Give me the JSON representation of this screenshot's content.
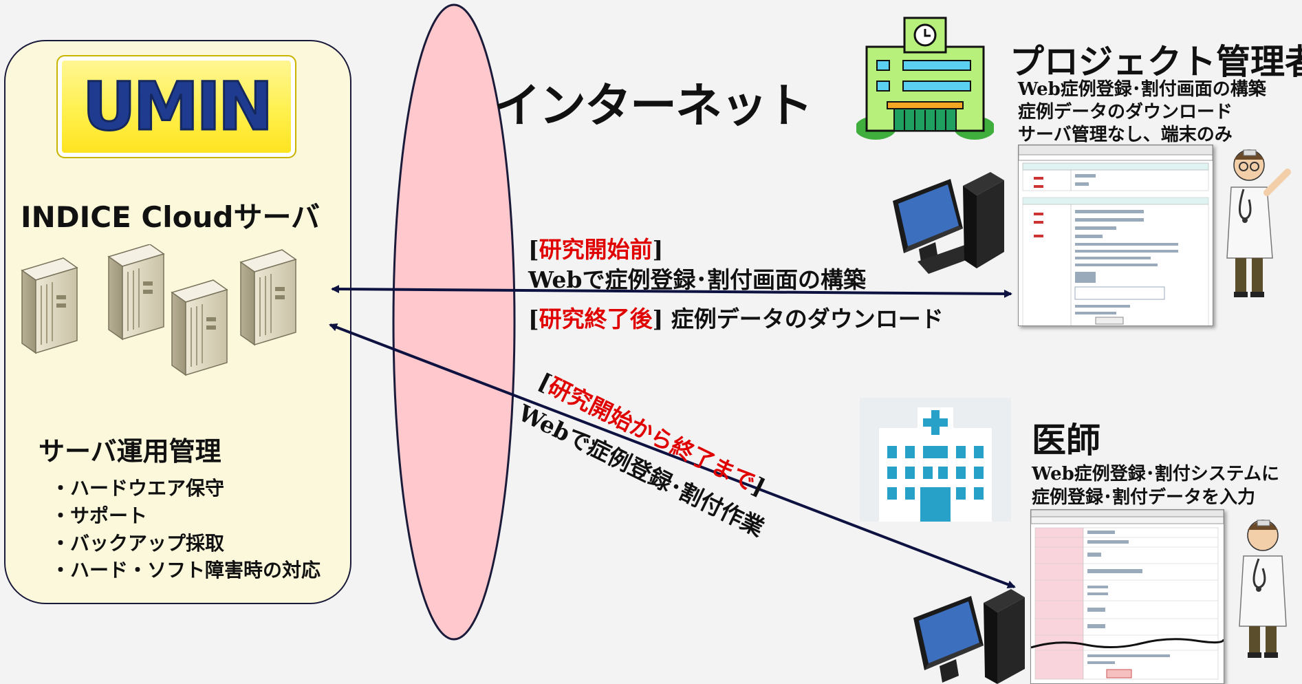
{
  "server_side": {
    "logo_text": "UMIN",
    "title": "INDICE Cloudサーバ",
    "ops_title": "サーバ運用管理",
    "ops_items": [
      "・ハードウエア保守",
      "・サポート",
      "・バックアップ採取",
      "・ハード・ソフト障害時の対応"
    ]
  },
  "internet_label": "インターネット",
  "upper_link": {
    "pre_open": "[",
    "pre_phase": "研究開始前",
    "pre_close": "]",
    "pre_text": "Webで症例登録･割付画面の構築",
    "post_open": "[",
    "post_phase": "研究終了後",
    "post_close": "]",
    "post_text": "症例データのダウンロード"
  },
  "lower_link": {
    "open": "[",
    "phase": "研究開始から終了まで",
    "close": "]",
    "text": "Webで症例登録･割付作業"
  },
  "project_manager": {
    "title": "プロジェクト管理者",
    "lines": [
      "Web症例登録･割付画面の構築",
      "症例データのダウンロード",
      "サーバ管理なし、端末のみ"
    ]
  },
  "doctor": {
    "title": "医師",
    "lines": [
      "Web症例登録･割付システムに",
      "症例登録･割付データを入力"
    ]
  },
  "colors": {
    "panel_bg": "#fbf8dc",
    "internet_ellipse": "#ffc8cc",
    "outline": "#1a1a3a",
    "arrow": "#0d1240",
    "phase_red": "#e00000",
    "logo_yellow": "#fff04d",
    "logo_blue": "#1f3b8f",
    "hospital_blue": "#27a1c8",
    "office_green": "#b7f07a"
  }
}
